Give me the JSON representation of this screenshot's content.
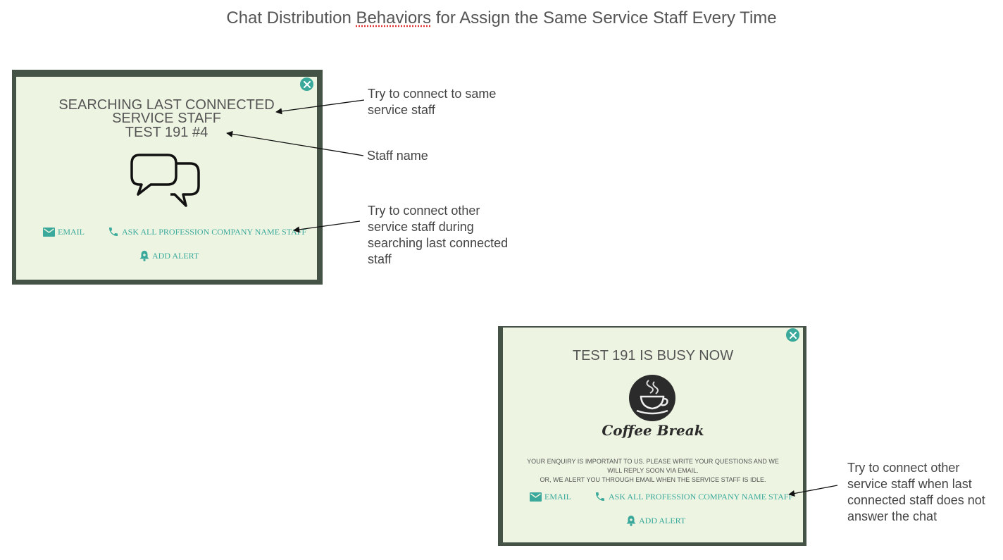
{
  "page": {
    "title_before": "Chat Distribution ",
    "title_spell": "Behaviors",
    "title_after": " for Assign the Same Service Staff Every Time"
  },
  "popup1": {
    "heading1": "SEARCHING LAST CONNECTED",
    "heading2": "SERVICE STAFF",
    "staff_name": "TEST 191 #4",
    "email_label": "EMAIL",
    "ask_label": "ASK ALL PROFESSION COMPANY NAME STAFF",
    "alert_label": "ADD ALERT",
    "icons": [
      "close-icon",
      "chat-bubbles-icon",
      "mail-icon",
      "phone-icon",
      "bell-icon"
    ]
  },
  "popup2": {
    "heading": "TEST 191 IS BUSY NOW",
    "coffee_label": "Coffee Break",
    "message1": "YOUR ENQUIRY IS IMPORTANT TO US. PLEASE WRITE YOUR QUESTIONS AND WE",
    "message2": "WILL REPLY SOON VIA EMAIL.",
    "message3": "OR, WE ALERT YOU THROUGH EMAIL WHEN THE SERVICE STAFF IS IDLE.",
    "email_label": "EMAIL",
    "ask_label": "ASK ALL PROFESSION COMPANY NAME STAFF",
    "alert_label": "ADD ALERT",
    "icons": [
      "close-icon",
      "coffee-cup-icon",
      "mail-icon",
      "phone-icon",
      "bell-icon"
    ]
  },
  "annotations": {
    "same_staff_1": "Try to connect to same",
    "same_staff_2": "service staff",
    "staff_name": "Staff name",
    "other_1": "Try to connect other",
    "other_2": "service staff during",
    "other_3": "searching last connected",
    "other_4": "staff",
    "busy_1": "Try to connect other",
    "busy_2": "service staff when last",
    "busy_3": "connected staff does not",
    "busy_4": "answer the chat"
  },
  "colors": {
    "accent": "#3aa89a",
    "popup_bg": "#edf5e2",
    "frame": "#455347",
    "text": "#555555"
  }
}
